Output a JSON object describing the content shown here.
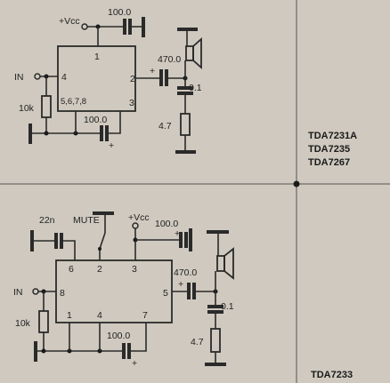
{
  "top_circuit": {
    "vcc": "+Vcc",
    "in": "IN",
    "r_in": "10k",
    "c_supply": "100.0",
    "c_out": "470.0",
    "c_zobel": "0.1",
    "r_zobel": "4.7",
    "c_bootstrap": "100.0",
    "pin_1": "1",
    "pin_2": "2",
    "pin_3": "3",
    "pin_4": "4",
    "pin_ground": "5,6,7,8",
    "plus": "+",
    "chips": [
      "TDA7231A",
      "TDA7235",
      "TDA7267"
    ]
  },
  "bottom_circuit": {
    "vcc": "+Vcc",
    "mute": "MUTE",
    "c_mute": "22n",
    "in": "IN",
    "r_in": "10k",
    "c_supply": "100.0",
    "c_out": "470.0",
    "c_zobel": "0.1",
    "r_zobel": "4.7",
    "c_bootstrap": "100.0",
    "pin_1": "1",
    "pin_2": "2",
    "pin_3": "3",
    "pin_4": "4",
    "pin_5": "5",
    "pin_6": "6",
    "pin_7": "7",
    "pin_8": "8",
    "plus": "+",
    "chip": "TDA7233"
  }
}
